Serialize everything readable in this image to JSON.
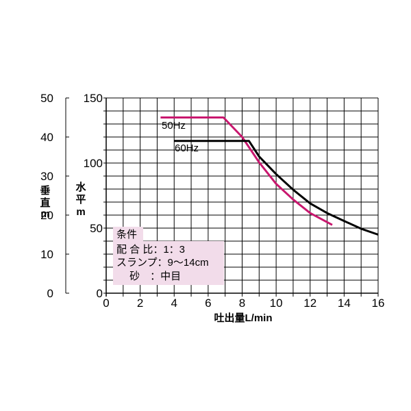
{
  "chart_data": {
    "type": "line",
    "xlabel": "吐出量L/min",
    "ylabel_vertical": [
      "垂",
      "直",
      "m"
    ],
    "ylabel_horizontal": [
      "水",
      "平",
      "m"
    ],
    "x_ticks": [
      "0",
      "2",
      "4",
      "6",
      "8",
      "10",
      "12",
      "14",
      "16"
    ],
    "y_vertical_ticks": [
      "0",
      "10",
      "20",
      "30",
      "40",
      "50"
    ],
    "y_horizontal_ticks": [
      "0",
      "50",
      "100",
      "150"
    ],
    "xlim": [
      0,
      16
    ],
    "ylim_vertical": [
      0,
      50
    ],
    "ylim_horizontal": [
      0,
      150
    ],
    "grid": true,
    "series": [
      {
        "name": "50Hz",
        "color": "#c8176e",
        "points": [
          [
            3.2,
            45
          ],
          [
            6.9,
            45
          ],
          [
            8.0,
            40
          ],
          [
            9.0,
            33.5
          ],
          [
            10.0,
            28
          ],
          [
            11.0,
            24
          ],
          [
            12.0,
            20.5
          ],
          [
            13.3,
            17.5
          ]
        ]
      },
      {
        "name": "60Hz",
        "color": "#000000",
        "points": [
          [
            4.0,
            39
          ],
          [
            8.4,
            39
          ],
          [
            9.0,
            35
          ],
          [
            10.0,
            30.5
          ],
          [
            11.0,
            26.5
          ],
          [
            12.0,
            23
          ],
          [
            13.0,
            20.5
          ],
          [
            14.0,
            18.5
          ],
          [
            15.0,
            16.5
          ],
          [
            16.0,
            15
          ]
        ]
      }
    ],
    "conditions": {
      "title": "条件",
      "lines": [
        "配 合 比：1：3",
        "スランプ：9～14cm",
        "　 砂　：中目"
      ]
    }
  }
}
